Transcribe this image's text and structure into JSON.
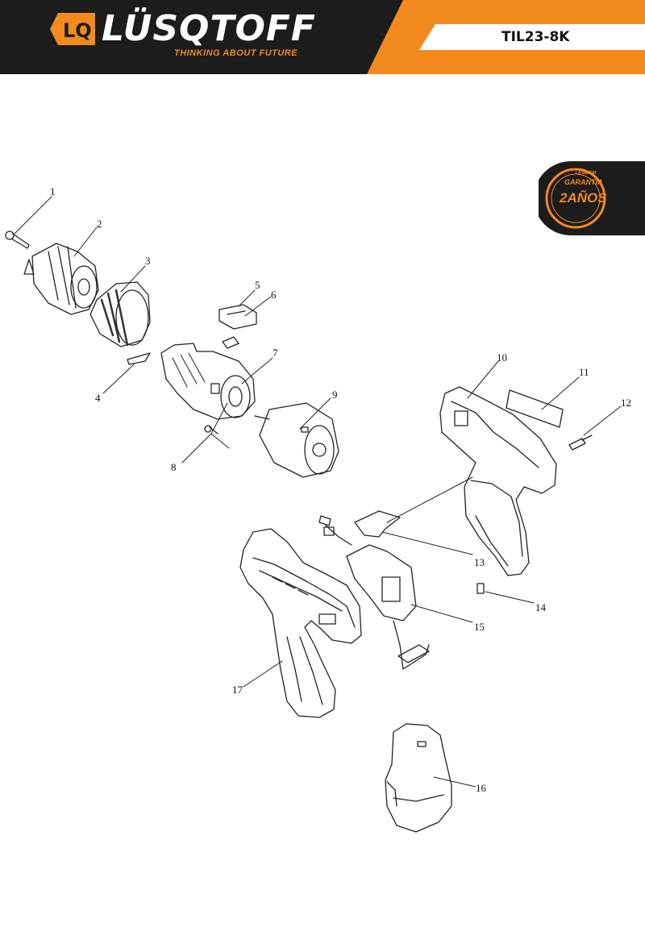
{
  "header": {
    "brand_name": "LÜSQTOFF",
    "logo_mark": "LQ",
    "tagline": "THINKING ABOUT FUTURE",
    "model_code": "TIL23-8K"
  },
  "warranty_badge": {
    "line1": "LA MEJOR",
    "line2": "GARANTÍA",
    "line3": "2AÑOS"
  },
  "callouts": [
    "1",
    "2",
    "3",
    "4",
    "5",
    "6",
    "7",
    "8",
    "9",
    "10",
    "11",
    "12",
    "13",
    "14",
    "15",
    "16",
    "17"
  ],
  "colors": {
    "brand_orange": "#f28a1e",
    "header_dark": "#1c1c1c",
    "line": "#222222"
  }
}
